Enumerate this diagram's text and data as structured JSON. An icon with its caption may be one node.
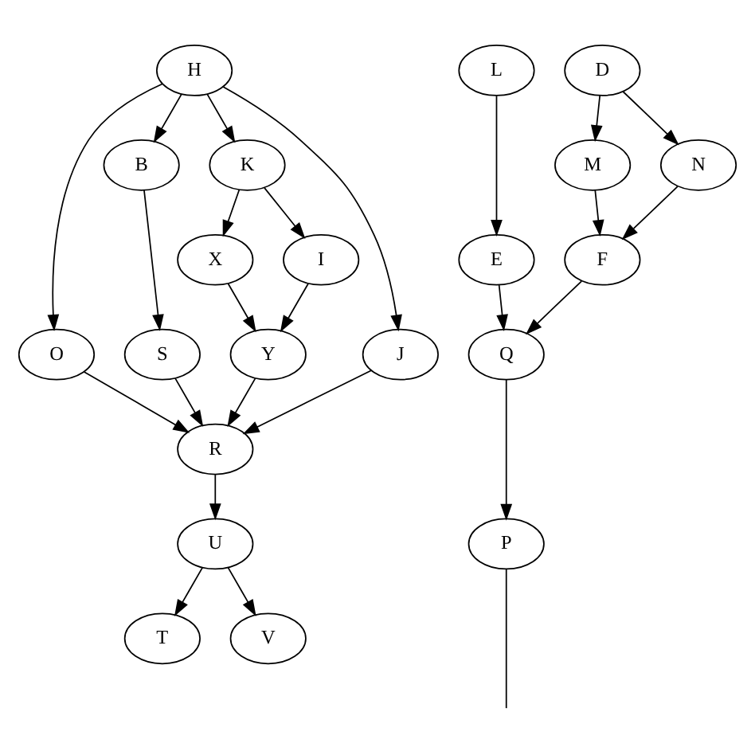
{
  "diagram": {
    "nodes": [
      {
        "text": [
          "H"
        ]
      },
      {
        "text": [
          "L"
        ]
      },
      {
        "text": [
          "D"
        ]
      },
      {
        "text": [
          "B"
        ]
      },
      {
        "text": [
          "K"
        ]
      },
      {
        "text": [
          "M"
        ]
      },
      {
        "text": [
          "N"
        ]
      },
      {
        "text": [
          "X"
        ]
      },
      {
        "text": [
          "I"
        ]
      },
      {
        "text": [
          "E"
        ]
      },
      {
        "text": [
          "F"
        ]
      },
      {
        "text": [
          "O"
        ]
      },
      {
        "text": [
          "S"
        ]
      },
      {
        "text": [
          "Y"
        ]
      },
      {
        "text": [
          "J"
        ]
      },
      {
        "text": [
          "Q"
        ]
      },
      {
        "text": [
          "R"
        ]
      },
      {
        "text": [
          "U"
        ]
      },
      {
        "text": [
          "P"
        ]
      },
      {
        "text": [
          "T"
        ]
      },
      {
        "text": [
          "V"
        ]
      }
    ],
    "edges": [
      {
        "from": 0,
        "to": 11,
        "arrow": "to"
      },
      {
        "from": 0,
        "to": 3,
        "arrow": "to"
      },
      {
        "from": 0,
        "to": 4,
        "arrow": "to"
      },
      {
        "from": 0,
        "to": 14,
        "arrow": "to"
      },
      {
        "from": 1,
        "to": 9,
        "arrow": "to"
      },
      {
        "from": 2,
        "to": 5,
        "arrow": "to"
      },
      {
        "from": 2,
        "to": 6,
        "arrow": "to"
      },
      {
        "from": 3,
        "to": 12,
        "arrow": "to"
      },
      {
        "from": 4,
        "to": 7,
        "arrow": "to"
      },
      {
        "from": 4,
        "to": 8,
        "arrow": "to"
      },
      {
        "from": 5,
        "to": 10,
        "arrow": "to"
      },
      {
        "from": 6,
        "to": 10,
        "arrow": "to"
      },
      {
        "from": 7,
        "to": 13,
        "arrow": "to"
      },
      {
        "from": 8,
        "to": 13,
        "arrow": "to"
      },
      {
        "from": 9,
        "to": 15,
        "arrow": "to"
      },
      {
        "from": 10,
        "to": 15,
        "arrow": "to"
      },
      {
        "from": 11,
        "to": 16,
        "arrow": "to"
      },
      {
        "from": 12,
        "to": 16,
        "arrow": "to"
      },
      {
        "from": 13,
        "to": 16,
        "arrow": "to"
      },
      {
        "from": 14,
        "to": 16,
        "arrow": "to"
      },
      {
        "from": 15,
        "to": 18,
        "arrow": "to"
      },
      {
        "from": 16,
        "to": 17,
        "arrow": "to"
      },
      {
        "from": 17,
        "to": 19,
        "arrow": "to"
      },
      {
        "from": 17,
        "to": 20,
        "arrow": "to"
      },
      {
        "from": 18,
        "to": null,
        "arrow": "none"
      }
    ]
  }
}
